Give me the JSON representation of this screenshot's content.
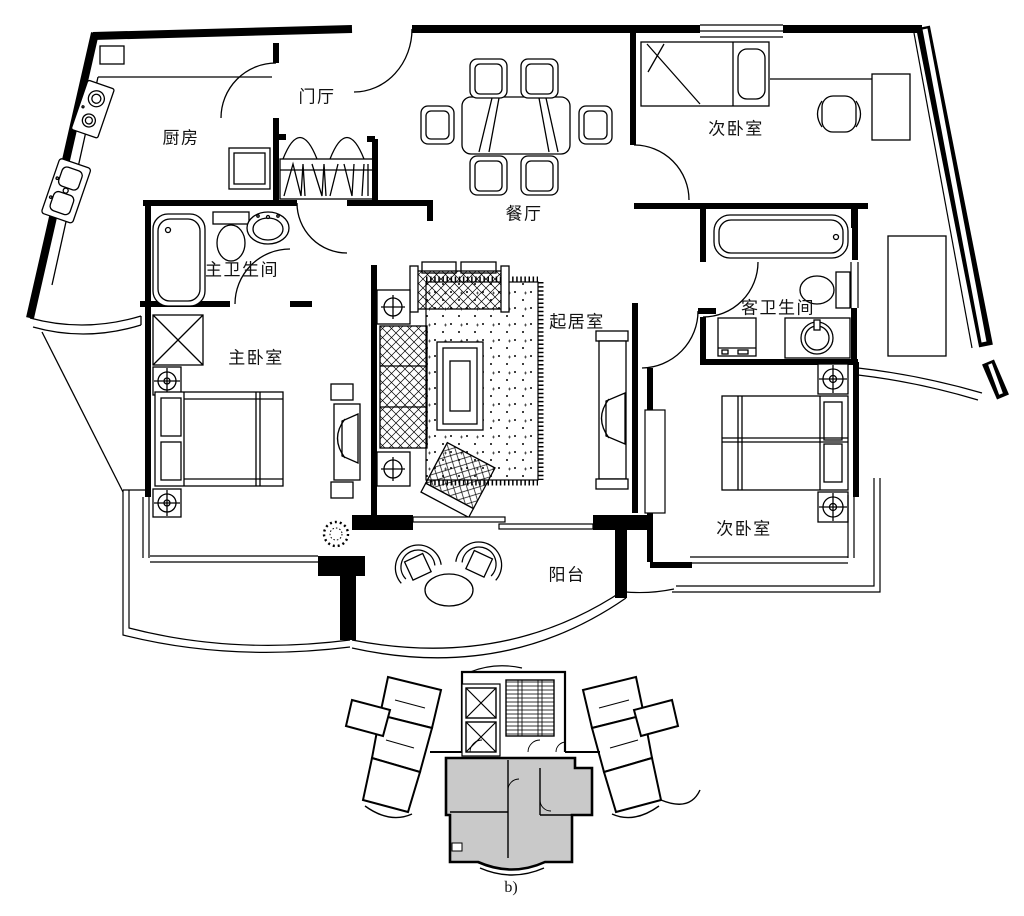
{
  "figure": {
    "caption": "b)"
  },
  "colors": {
    "line": "#000000",
    "background": "#ffffff",
    "key_plan_unit_fill": "#c9c9c9"
  },
  "plan": {
    "rooms": [
      {
        "id": "kitchen",
        "label": "厨房"
      },
      {
        "id": "foyer",
        "label": "门厅"
      },
      {
        "id": "dining",
        "label": "餐厅"
      },
      {
        "id": "bedroom-ne",
        "label": "次卧室"
      },
      {
        "id": "master-bath",
        "label": "主卫生间"
      },
      {
        "id": "master-bedroom",
        "label": "主卧室"
      },
      {
        "id": "living",
        "label": "起居室"
      },
      {
        "id": "guest-bath",
        "label": "客卫生间"
      },
      {
        "id": "bedroom-se",
        "label": "次卧室"
      },
      {
        "id": "balcony",
        "label": "阳台"
      }
    ],
    "fixtures": [
      "stove",
      "kitchen-sink",
      "refrigerator",
      "foyer-closet",
      "dining-table",
      "dining-chairs",
      "bed",
      "desk",
      "desk-chair",
      "bathtub",
      "toilet",
      "washbasin",
      "washing-machine",
      "sofa",
      "coffee-table",
      "rug",
      "tv-cabinet",
      "armchair",
      "nightstand-lamp",
      "plant",
      "balcony-chairs",
      "balcony-table",
      "elevator",
      "stair"
    ]
  }
}
